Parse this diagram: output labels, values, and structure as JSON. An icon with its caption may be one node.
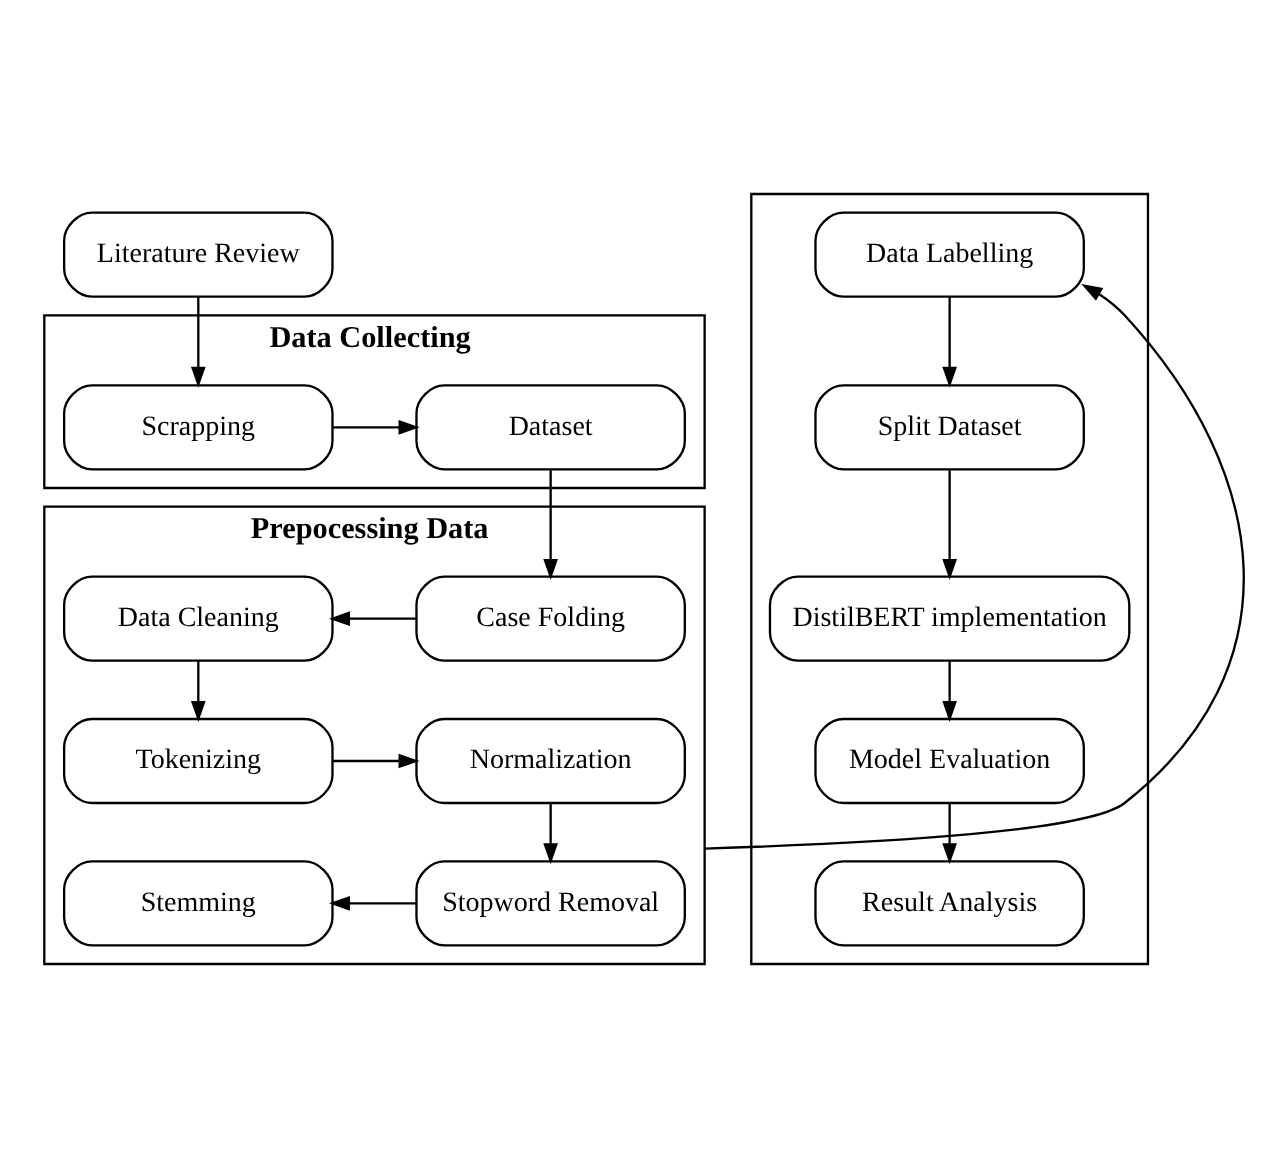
{
  "diagram": {
    "nodes": [
      {
        "text": [
          "Literature Review"
        ]
      },
      {
        "text": [
          "Data Collecting"
        ]
      },
      {
        "text": [
          "Scrapping"
        ],
        "in": 1
      },
      {
        "text": [
          "Dataset"
        ],
        "in": 1
      },
      {
        "text": [
          "Prepocessing Data"
        ]
      },
      {
        "text": [
          "Case Folding"
        ],
        "in": 4
      },
      {
        "text": [
          "Data Cleaning"
        ],
        "in": 4
      },
      {
        "text": [
          "Tokenizing"
        ],
        "in": 4
      },
      {
        "text": [
          "Normalization"
        ],
        "in": 4
      },
      {
        "text": [
          "Stopword Removal"
        ],
        "in": 4
      },
      {
        "text": [
          "Stemming"
        ],
        "in": 4
      },
      {
        "text": [],
        "shape": "box"
      },
      {
        "text": [
          "Data Labelling"
        ],
        "in": 11
      },
      {
        "text": [
          "Split Dataset"
        ],
        "in": 11
      },
      {
        "text": [
          "DistilBERT implementation"
        ],
        "in": 11
      },
      {
        "text": [
          "Model Evaluation"
        ],
        "in": 11
      },
      {
        "text": [
          "Result Analysis"
        ],
        "in": 11
      }
    ],
    "edges": [
      {
        "from": 0,
        "to": 2,
        "arrow": "to"
      },
      {
        "from": 2,
        "to": 3,
        "arrow": "to"
      },
      {
        "from": 3,
        "to": 5,
        "arrow": "to"
      },
      {
        "from": 5,
        "to": 6,
        "arrow": "to"
      },
      {
        "from": 6,
        "to": 7,
        "arrow": "to"
      },
      {
        "from": 7,
        "to": 8,
        "arrow": "to"
      },
      {
        "from": 8,
        "to": 9,
        "arrow": "to"
      },
      {
        "from": 9,
        "to": 10,
        "arrow": "to"
      },
      {
        "from": 4,
        "to": 12,
        "arrow": "to"
      },
      {
        "from": 12,
        "to": 13,
        "arrow": "to"
      },
      {
        "from": 13,
        "to": 14,
        "arrow": "to"
      },
      {
        "from": 14,
        "to": 15,
        "arrow": "to"
      },
      {
        "from": 15,
        "to": 16,
        "arrow": "to"
      }
    ]
  }
}
